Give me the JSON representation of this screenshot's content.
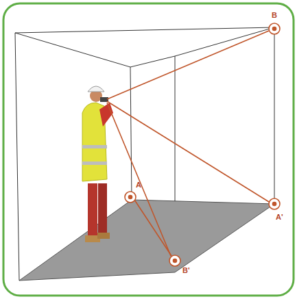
{
  "diagram": {
    "labels": [
      "B",
      "A",
      "A'",
      "B'"
    ]
  }
}
